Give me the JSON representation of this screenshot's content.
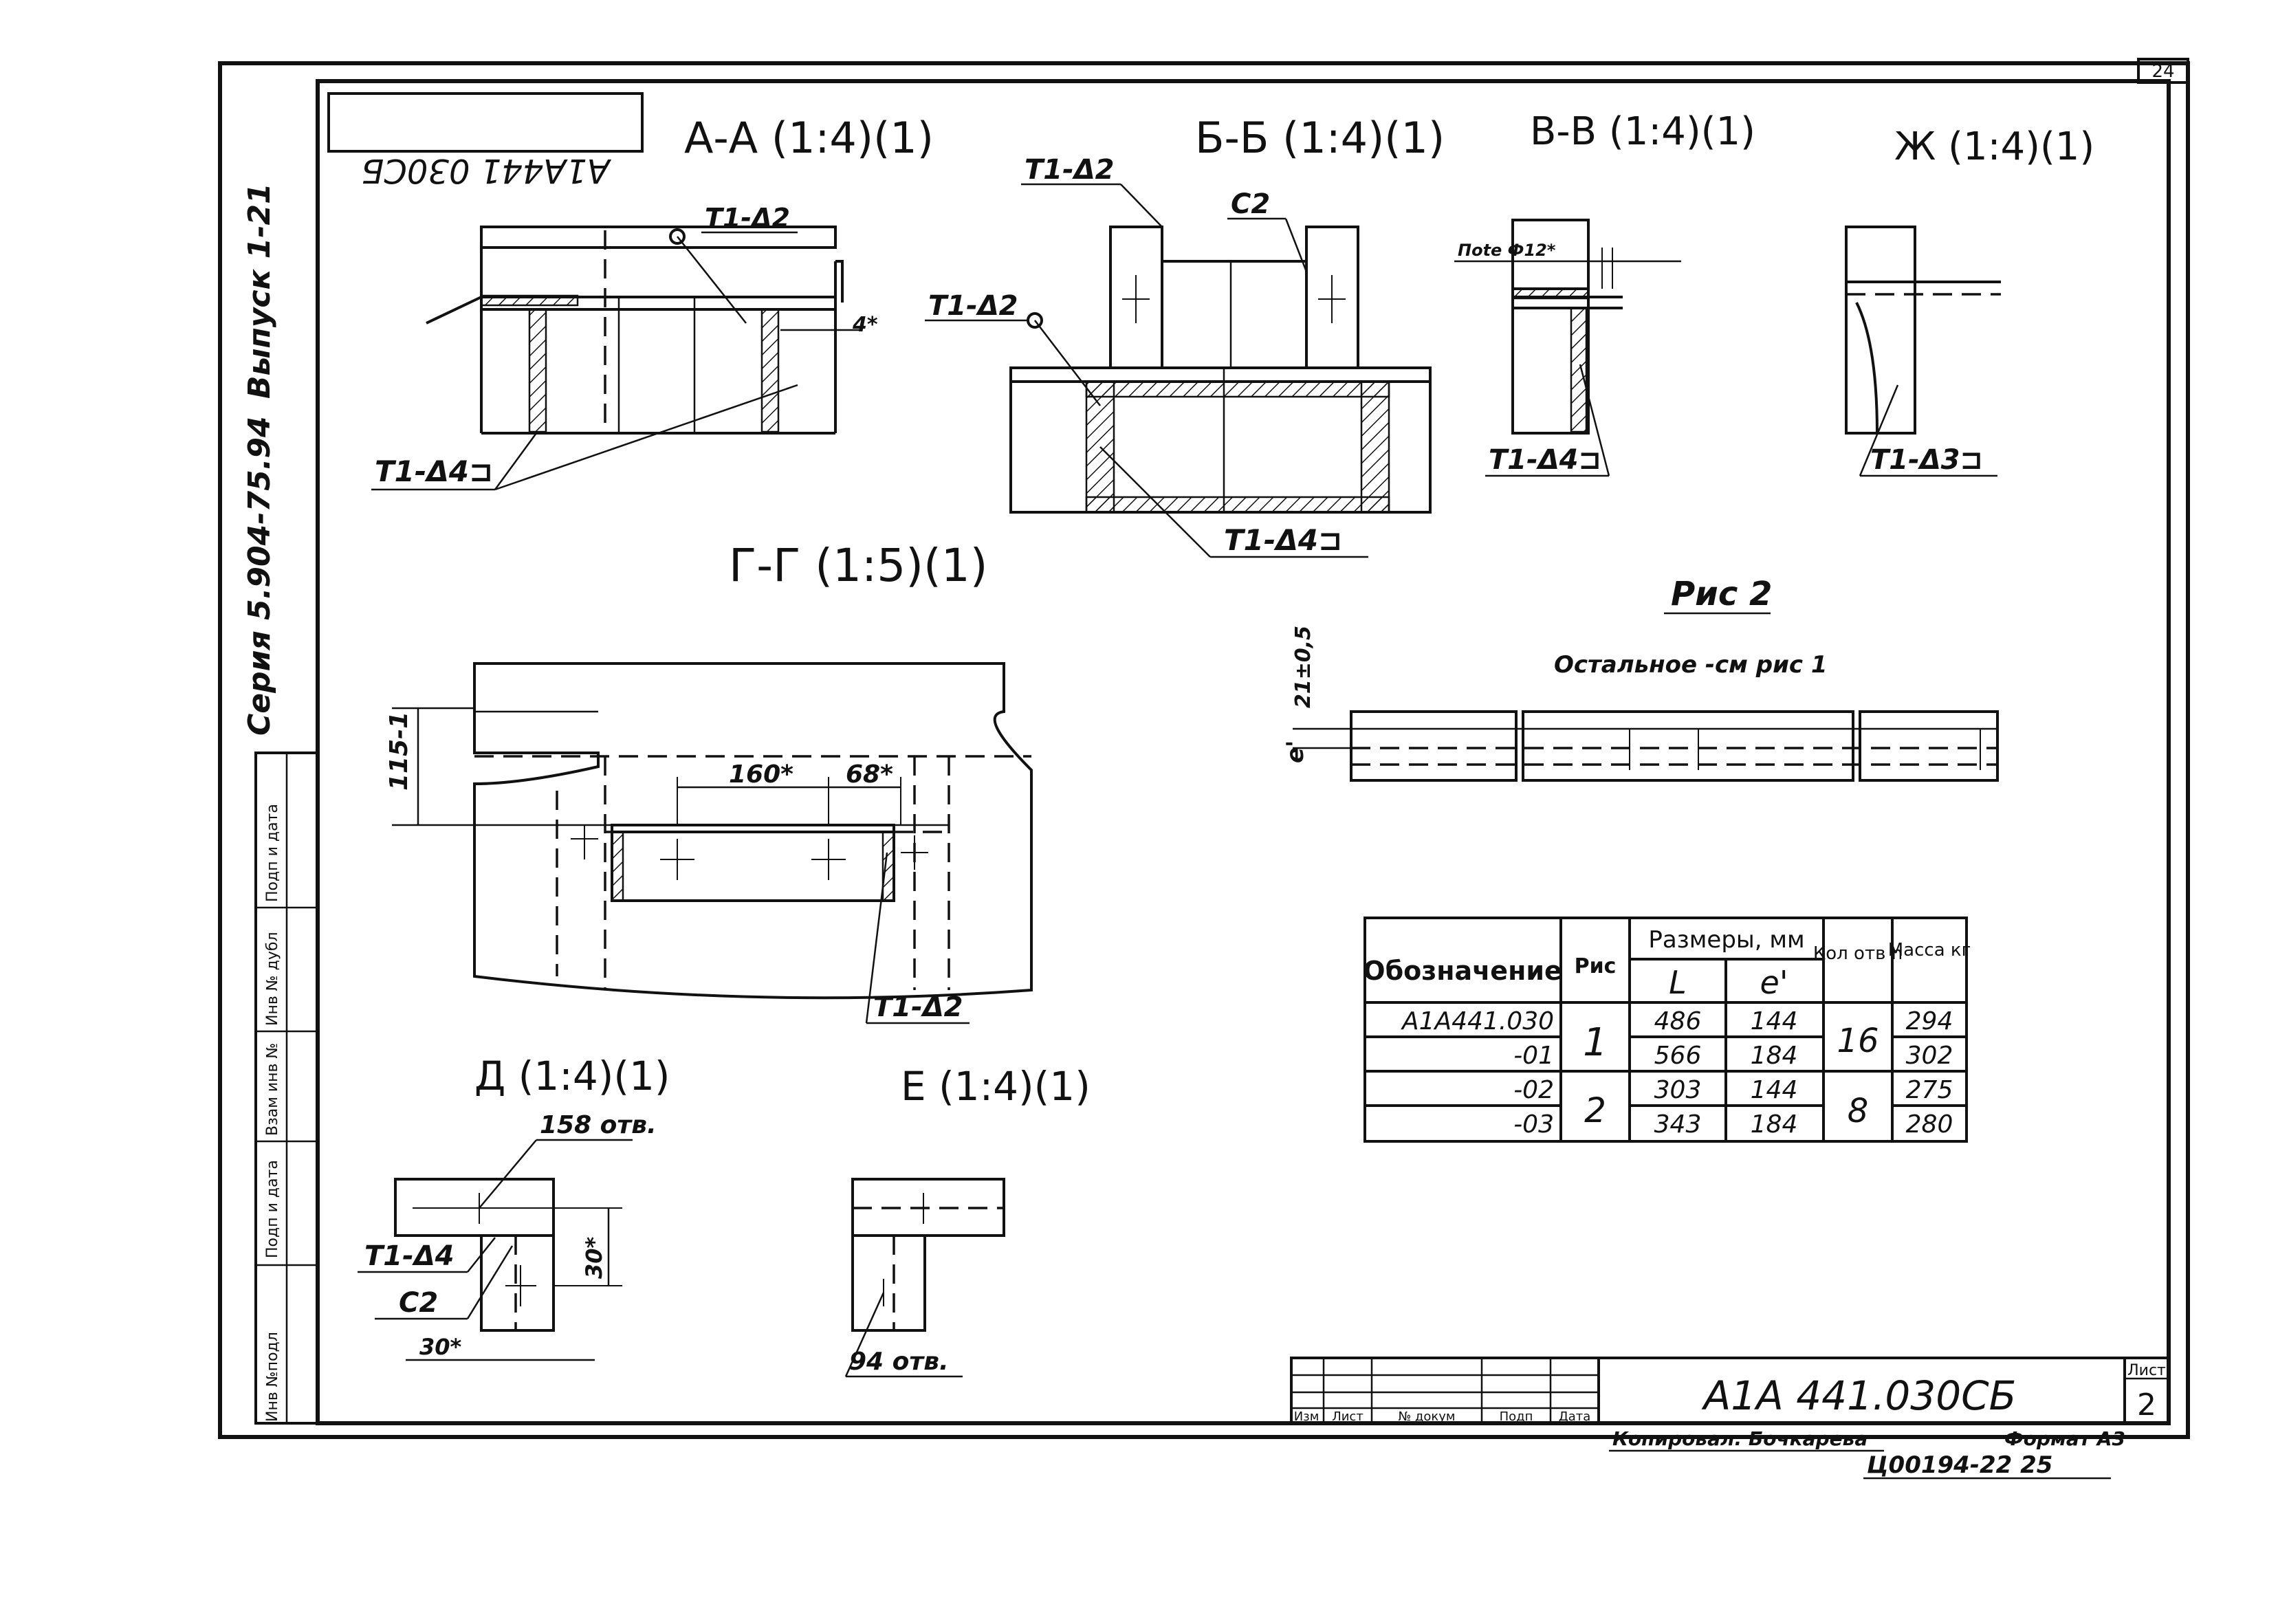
{
  "sheet": {
    "page_number": "24",
    "stamp_mirrored": "А1А441 030СБ",
    "series_margin": "Серия 5.904-75.94",
    "issue_margin": "Выпуск 1-21",
    "figure_label": "Рис 2",
    "figure_note": "Остальное -см рис 1"
  },
  "margin_fields": [
    "Инв №подл",
    "Подп и дата",
    "Взам инв №",
    "Инв № дубл",
    "Подп и дата"
  ],
  "views": {
    "aa": {
      "title": "А-А (1:4)(1)",
      "weld1": "Т1-Δ2",
      "weld2": "Т1-Δ4⊐",
      "dim": "4*"
    },
    "bb": {
      "title": "Б-Б (1:4)(1)",
      "weld1": "Т1-Δ2",
      "weld2": "С2",
      "weld3": "Т1-Δ2",
      "weld4": "Т1-Δ4⊐"
    },
    "vv": {
      "title": "В-В (1:4)(1)",
      "note": "Пote Ф12*",
      "weld": "Т1-Δ4⊐"
    },
    "zh": {
      "title": "Ж (1:4)(1)",
      "weld": "Т1-Δ3⊐"
    },
    "gg": {
      "title": "Г-Г (1:5)(1)",
      "dim_height": "115-1",
      "dim1": "160*",
      "dim2": "68*",
      "weld": "Т1-Δ2"
    },
    "d": {
      "title": "Д (1:4)(1)",
      "holes": "158 отв.",
      "weld1": "Т1-Δ4",
      "weld2": "С2",
      "dim1": "30*",
      "dim2": "30*"
    },
    "e": {
      "title": "Е (1:4)(1)",
      "holes": "94 отв."
    },
    "fig2": {
      "dim": "21±0,5",
      "dim_label": "e'"
    }
  },
  "spec_table": {
    "headers": {
      "designation": "Обозначение",
      "fig": "Рис",
      "sizes": "Размеры, мм",
      "L": "L",
      "e": "e'",
      "qty": "Кол отв n",
      "mass": "Масса кг"
    },
    "rows": [
      {
        "designation": "А1А441.030",
        "L": "486",
        "e": "144",
        "mass": "294"
      },
      {
        "designation": "-01",
        "L": "566",
        "e": "184",
        "mass": "302"
      },
      {
        "designation": "-02",
        "L": "303",
        "e": "144",
        "mass": "275"
      },
      {
        "designation": "-03",
        "L": "343",
        "e": "184",
        "mass": "280"
      }
    ],
    "groups": [
      {
        "fig": "1",
        "qty": "16"
      },
      {
        "fig": "2",
        "qty": "8"
      }
    ]
  },
  "title_block": {
    "document_code": "А1А 441.030СБ",
    "sheet_label": "Лист",
    "sheet_number": "2",
    "columns": [
      "Изм",
      "Лист",
      "№ докум",
      "Подп",
      "Дата"
    ]
  },
  "footer": {
    "copied": "Копировал. Бочкарева",
    "format": "Формат А3",
    "archive": "Ц00194-22 25"
  }
}
